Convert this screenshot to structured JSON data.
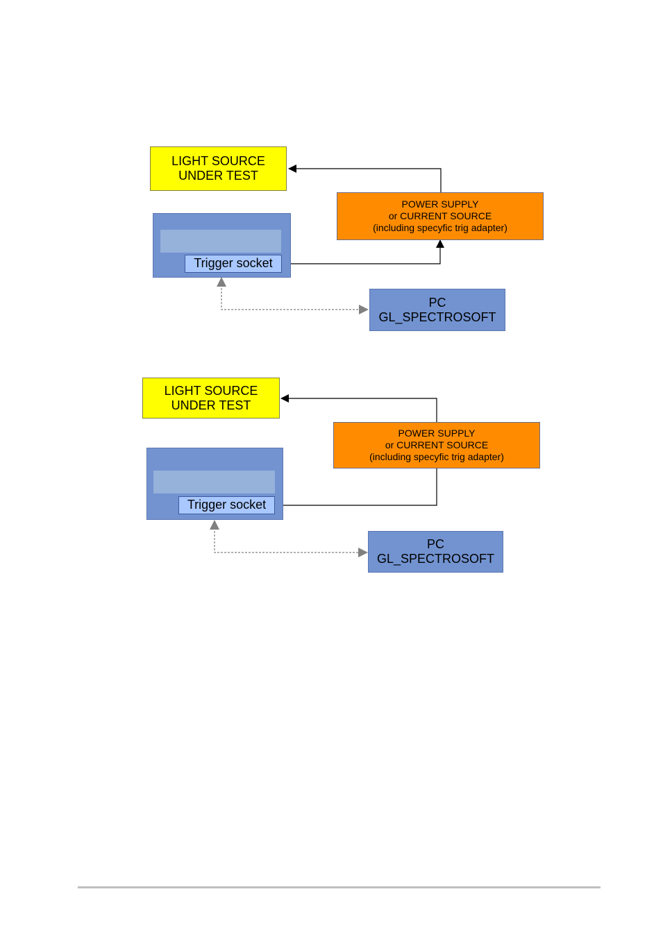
{
  "diagrams": [
    {
      "light_source": {
        "line1": "LIGHT SOURCE",
        "line2": "UNDER TEST"
      },
      "power_supply": {
        "line1": "POWER SUPPLY",
        "line2": "or CURRENT SOURCE",
        "line3": "(including specyfic trig adapter)"
      },
      "device": {
        "socket_label": "Trigger socket"
      },
      "pc": {
        "line1": "PC",
        "line2": "GL_SPECTROSOFT"
      }
    },
    {
      "light_source": {
        "line1": "LIGHT SOURCE",
        "line2": "UNDER TEST"
      },
      "power_supply": {
        "line1": "POWER SUPPLY",
        "line2": "or CURRENT SOURCE",
        "line3": "(including specyfic trig adapter)"
      },
      "device": {
        "socket_label": "Trigger socket"
      },
      "pc": {
        "line1": "PC",
        "line2": "GL_SPECTROSOFT"
      }
    }
  ],
  "colors": {
    "light_source": "#ffff00",
    "power_supply": "#ff8c00",
    "device": "#7293d0",
    "socket": "#a9c8ff",
    "pc": "#7293d0"
  }
}
